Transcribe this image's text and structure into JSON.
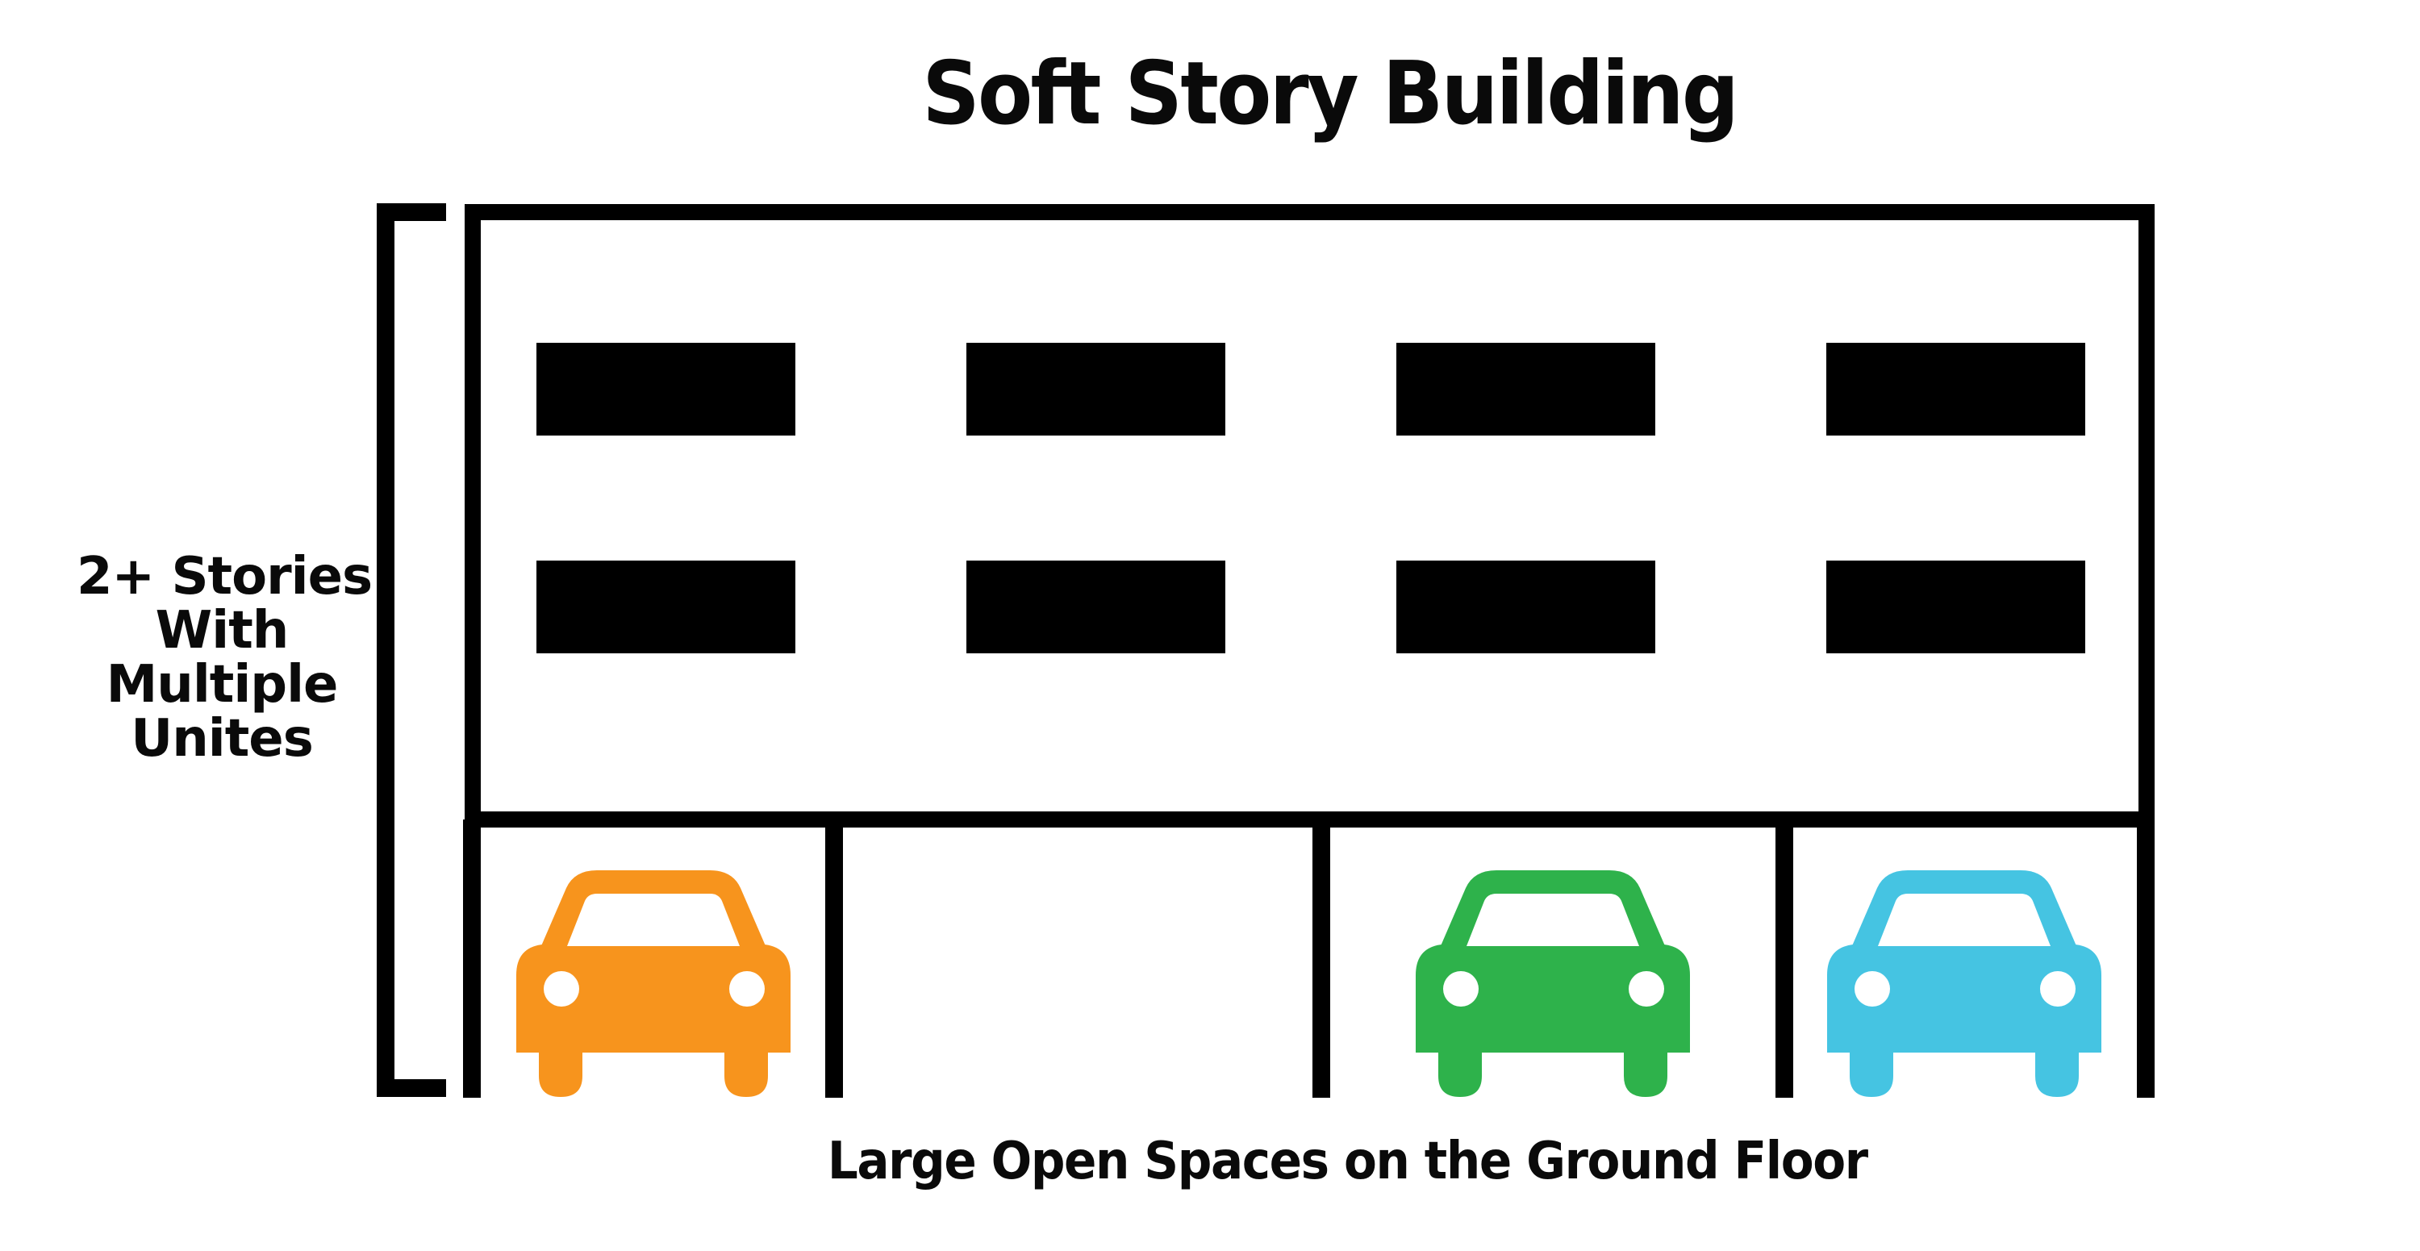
{
  "title": "Soft Story Building",
  "side_label": {
    "lines": [
      "2+ Stories",
      "With",
      "Multiple",
      "Unites"
    ]
  },
  "caption": "Large Open Spaces on the Ground Floor",
  "colors": {
    "structure": "#000000",
    "background": "#ffffff",
    "headlight": "#ffffff",
    "windshield": "#ffffff"
  },
  "building": {
    "upper_floors": {
      "window_rows": 2,
      "windows_per_row": 4
    },
    "ground_floor": {
      "bays": [
        {
          "label": "bay-1",
          "occupied": true,
          "car_color": "#F7941D",
          "car_name": "orange-car"
        },
        {
          "label": "bay-2",
          "occupied": false
        },
        {
          "label": "bay-3",
          "occupied": true,
          "car_color": "#2EB24B",
          "car_name": "green-car"
        },
        {
          "label": "bay-4",
          "occupied": true,
          "car_color": "#45C4E2",
          "car_name": "blue-car"
        }
      ]
    }
  }
}
